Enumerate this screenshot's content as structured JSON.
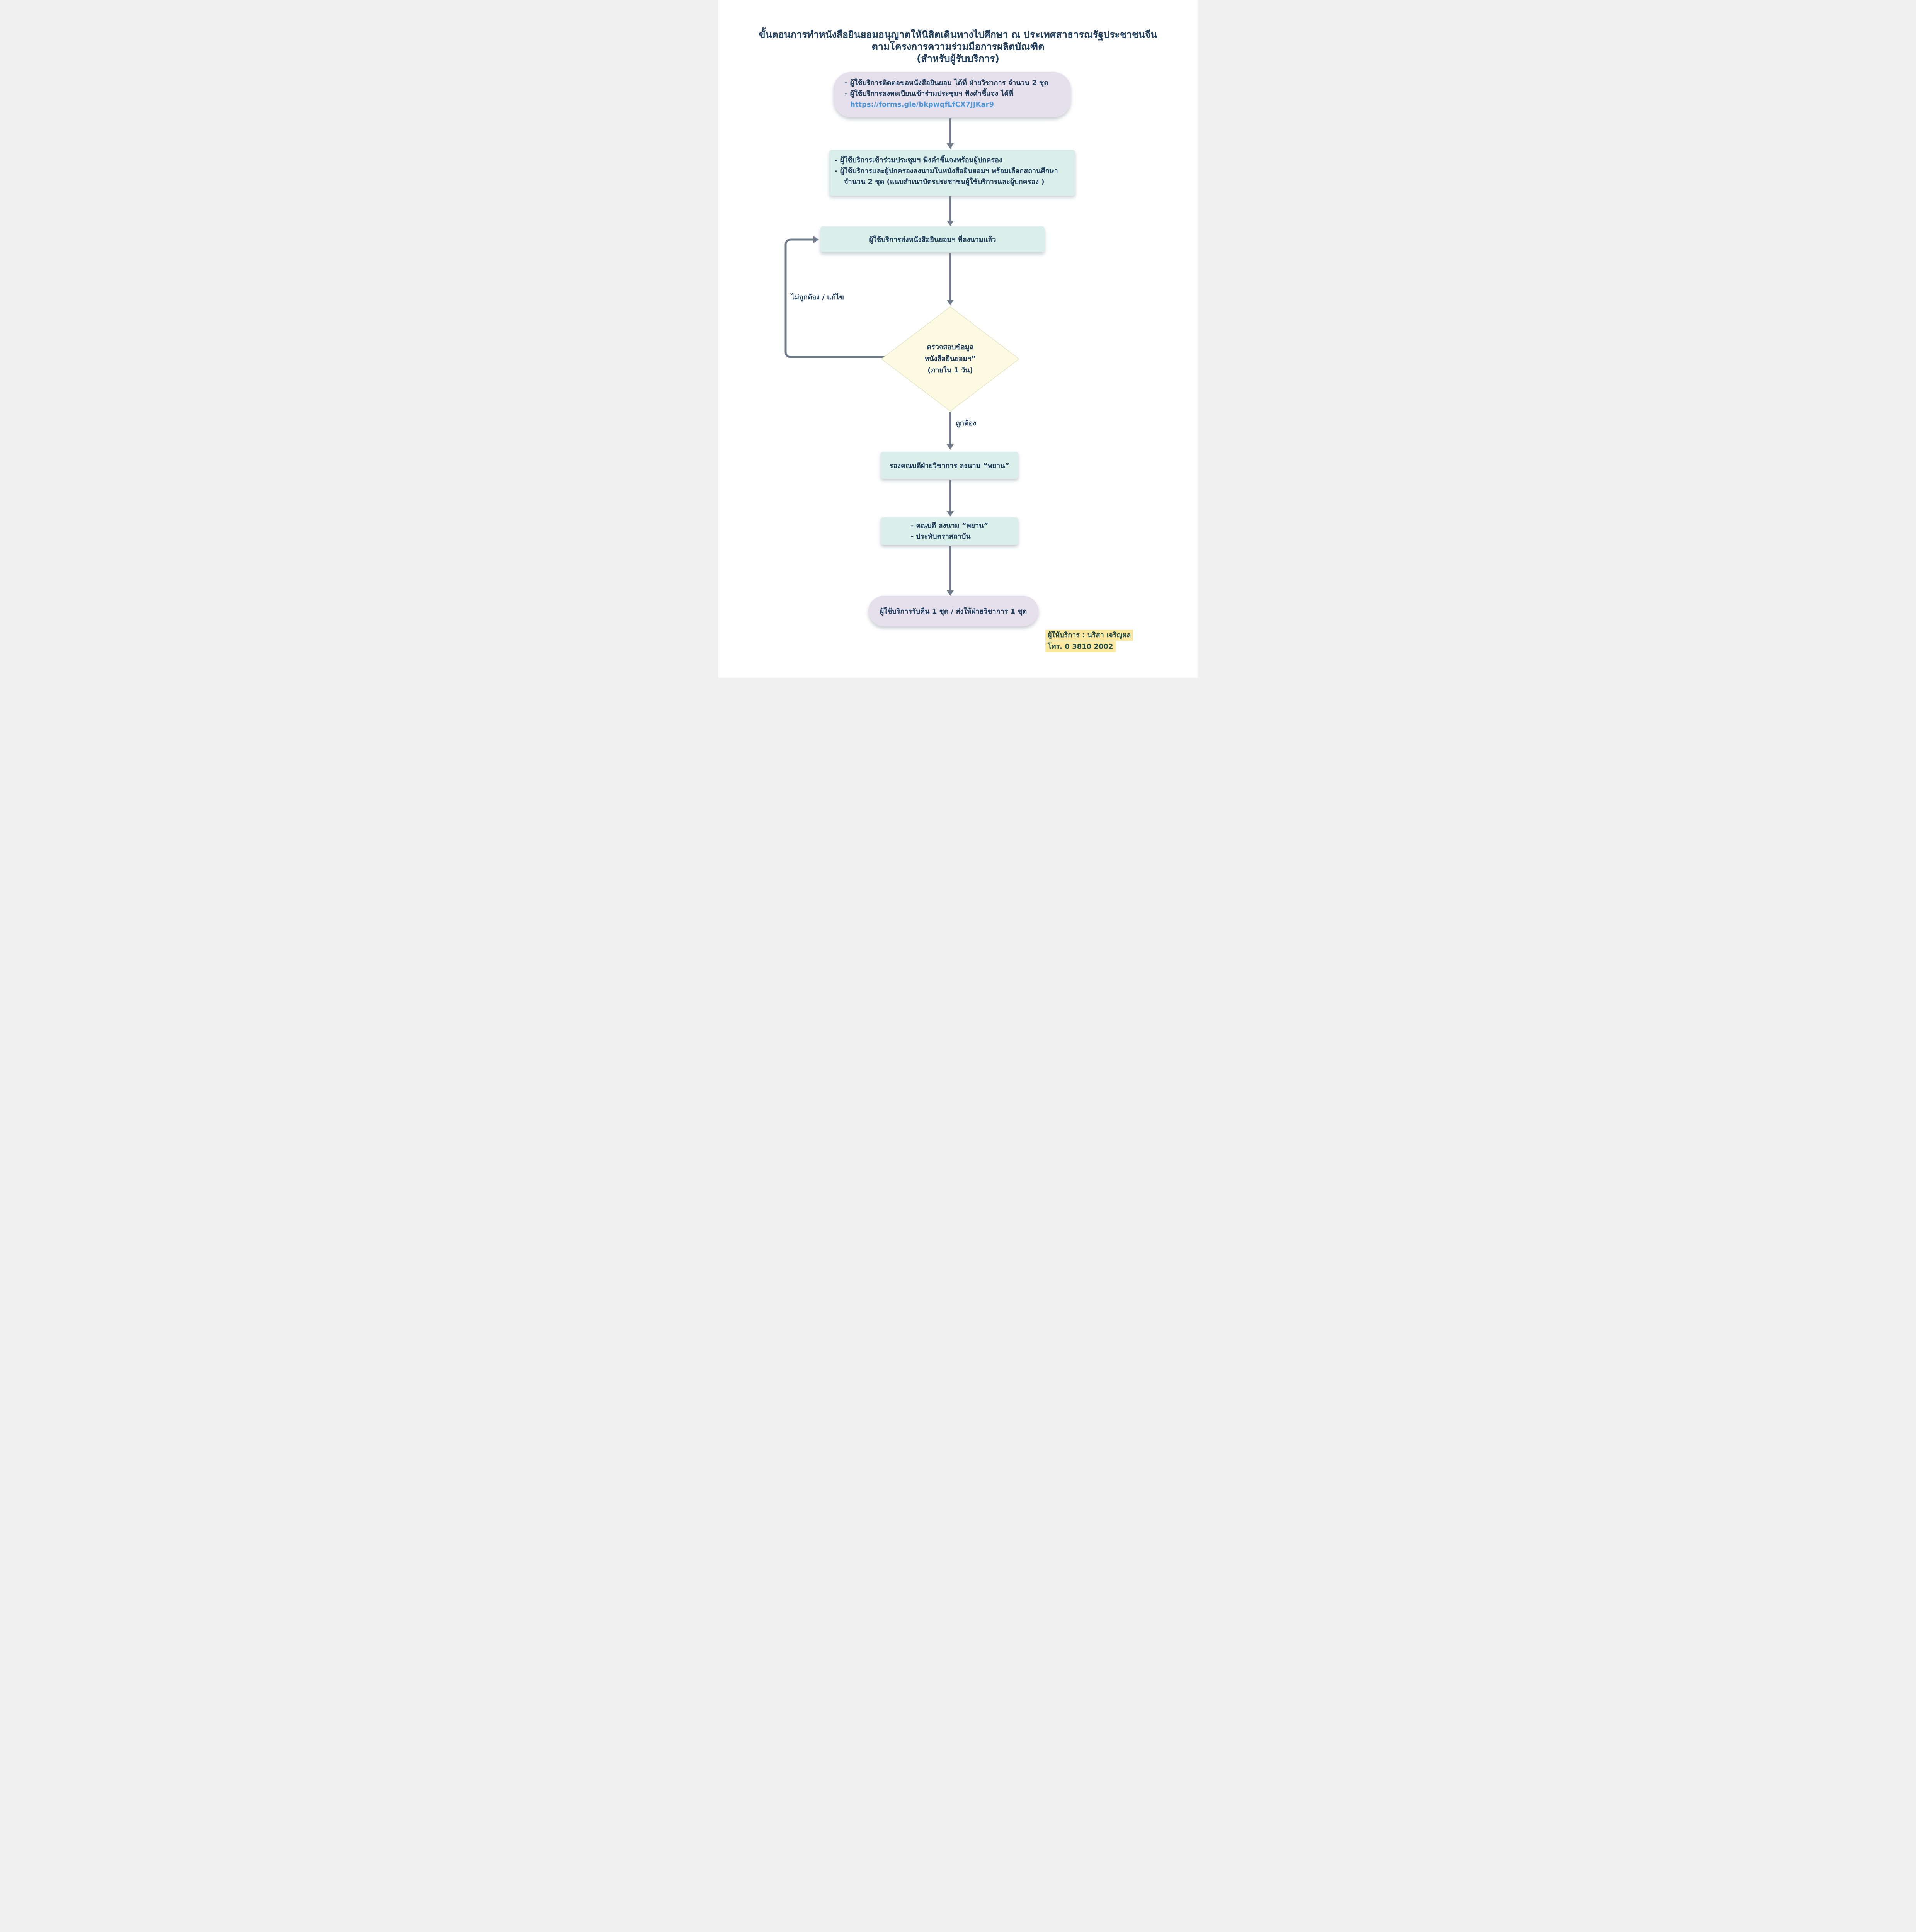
{
  "title": {
    "line1": "ขั้นตอนการทำหนังสือยินยอมอนุญาตให้นิสิตเดินทางไปศึกษา ณ ประเทศสาธารณรัฐประชาชนจีน",
    "line2": "ตามโครงการความร่วมมือการผลิตบัณฑิต",
    "line3": "(สำหรับผู้รับบริการ)"
  },
  "flow": {
    "start_box": {
      "line1": "- ผู้ใช้บริการติดต่อขอหนังสือยินยอม ได้ที่ ฝ่ายวิชาการ จำนวน 2 ชุด",
      "line2": "- ผู้ใช้บริการลงทะเบียนเข้าร่วมประชุมฯ ฟังคำชี้แจง ได้ที่",
      "link": "https://forms.gle/bkpwqfLfCX7JJKar9"
    },
    "meeting_box": {
      "line1": "- ผู้ใช้บริการเข้าร่วมประชุมฯ ฟังคำชี้แจงพร้อมผู้ปกครอง",
      "line2": "- ผู้ใช้บริการและผู้ปกครองลงนามในหนังสือยินยอมฯ พร้อมเลือกสถานศึกษา",
      "line3": "จำนวน 2 ชุด (แนบสำเนาบัตรประชาชนผู้ใช้บริการและผู้ปกครอง )"
    },
    "submit_box": "ผู้ใช้บริการส่งหนังสือยินยอมฯ ที่ลงนามแล้ว",
    "decision": {
      "line1": "ตรวจสอบข้อมูล",
      "line2": "หนังสือยินยอมฯ”",
      "line3": "(ภายใน 1 วัน)"
    },
    "edge_labels": {
      "incorrect": "ไม่ถูกต้อง / แก้ไข",
      "correct": "ถูกต้อง"
    },
    "vice_dean_box": "รองคณบดีฝ่ายวิชาการ ลงนาม “พยาน”",
    "dean_box": {
      "line1": "- คณบดี ลงนาม “พยาน”",
      "line2": "- ประทับตราสถาบัน"
    },
    "end_box": "ผู้ใช้บริการรับคืน 1 ชุด / ส่งให้ฝ่ายวิชาการ 1 ชุด"
  },
  "footer": {
    "provider": "ผู้ให้บริการ : นริสา เจริญผล",
    "phone": "โทร. 0 3810 2002"
  },
  "colors": {
    "purple": "#e6dfec",
    "teal": "#daefe9",
    "diamond": "#fcfbe2",
    "arrow": "#6f7b8b",
    "text": "#1e3c5c",
    "link": "#4f94d8",
    "highlight": "#fbe79e",
    "footer_text": "#1e4a4a",
    "page_bg": "#ffffff"
  }
}
